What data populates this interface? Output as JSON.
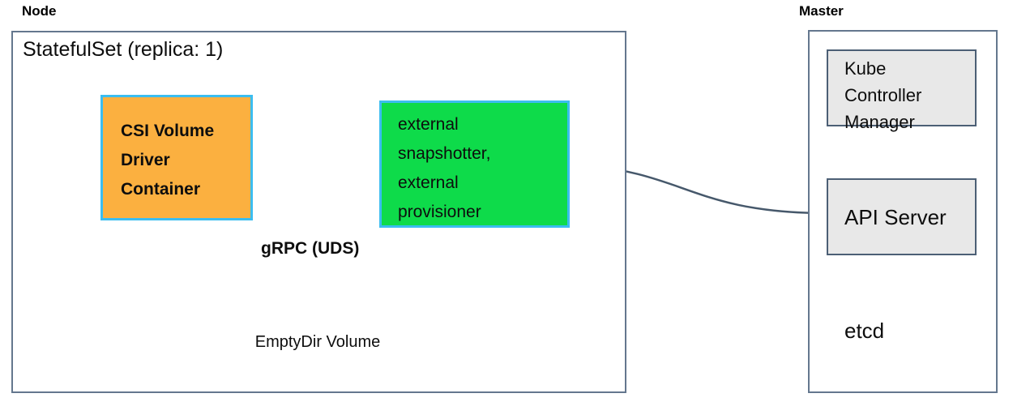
{
  "diagram": {
    "node": {
      "title": "Node",
      "statefulset_title": "StatefulSet (replica: 1)",
      "csi_driver_label": "CSI Volume\nDriver\nContainer",
      "sidecars_label": "external\nsnapshotter,\nexternal\nprovisioner",
      "grpc_label": "gRPC (UDS)",
      "emptydir_label": "EmptyDir Volume"
    },
    "master": {
      "title": "Master",
      "kube_controller_manager_label": "Kube\nController\nManager",
      "api_server_label": "API Server",
      "etcd_label": "etcd"
    },
    "colors": {
      "csi_box_fill": "#fbb040",
      "sidecar_box_fill": "#0edb4a",
      "colored_box_border": "#3bbdf0",
      "gray_fill": "#e8e8e8",
      "arrow": "#46586b"
    }
  }
}
